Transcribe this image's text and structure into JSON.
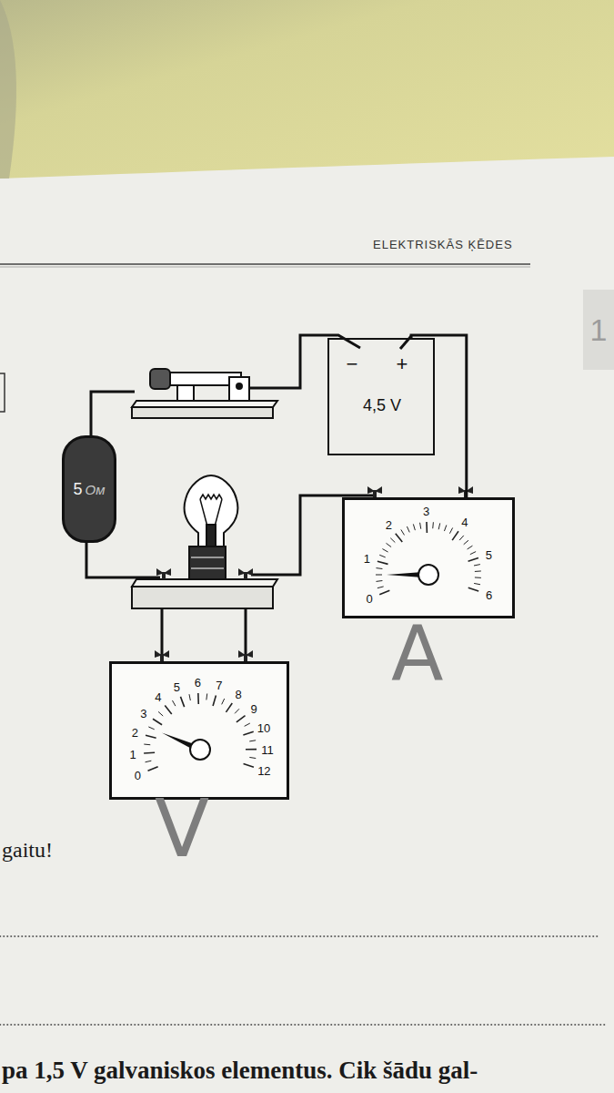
{
  "diagram": {
    "nodes": [
      {
        "text": [
          "1"
        ]
      },
      {
        "text": [
          "−",
          "+",
          "4,5 V"
        ]
      },
      {
        "text": [
          "5",
          "Ом"
        ]
      },
      {
        "text": [
          "0",
          "1",
          "2",
          "3",
          "4",
          "5",
          "6"
        ]
      },
      {
        "text": [
          "0",
          "1",
          "2",
          "3",
          "4",
          "5",
          "6",
          "7",
          "8",
          "9",
          "10",
          "11",
          "12"
        ]
      }
    ],
    "edges": [
      {
        "from": 1,
        "to": 3,
        "arrow": "none"
      }
    ],
    "labels": [
      "ELEKTRISKĀS ĶĒDES",
      "A",
      "V",
      "gaitu!",
      "pa 1,5 V galvaniskos elementus. Cik šādu gal-"
    ]
  }
}
